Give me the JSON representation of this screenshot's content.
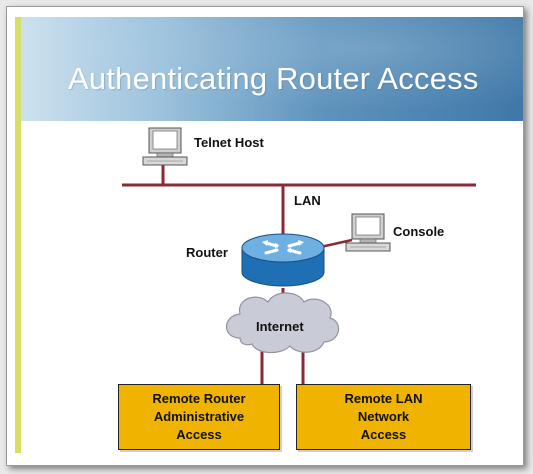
{
  "slide": {
    "title": "Authenticating Router Access"
  },
  "labels": {
    "telnet_host": "Telnet Host",
    "lan": "LAN",
    "console": "Console",
    "router": "Router",
    "internet": "Internet"
  },
  "boxes": {
    "remote_router": [
      "Remote Router",
      "Administrative",
      "Access"
    ],
    "remote_lan": [
      "Remote LAN",
      "Network",
      "Access"
    ]
  },
  "colors": {
    "link_line": "#8b2a35",
    "box_fill": "#f0b400",
    "router_blue": "#2e7fc2"
  },
  "icons": [
    "pc-icon",
    "router-icon",
    "cloud-icon"
  ]
}
